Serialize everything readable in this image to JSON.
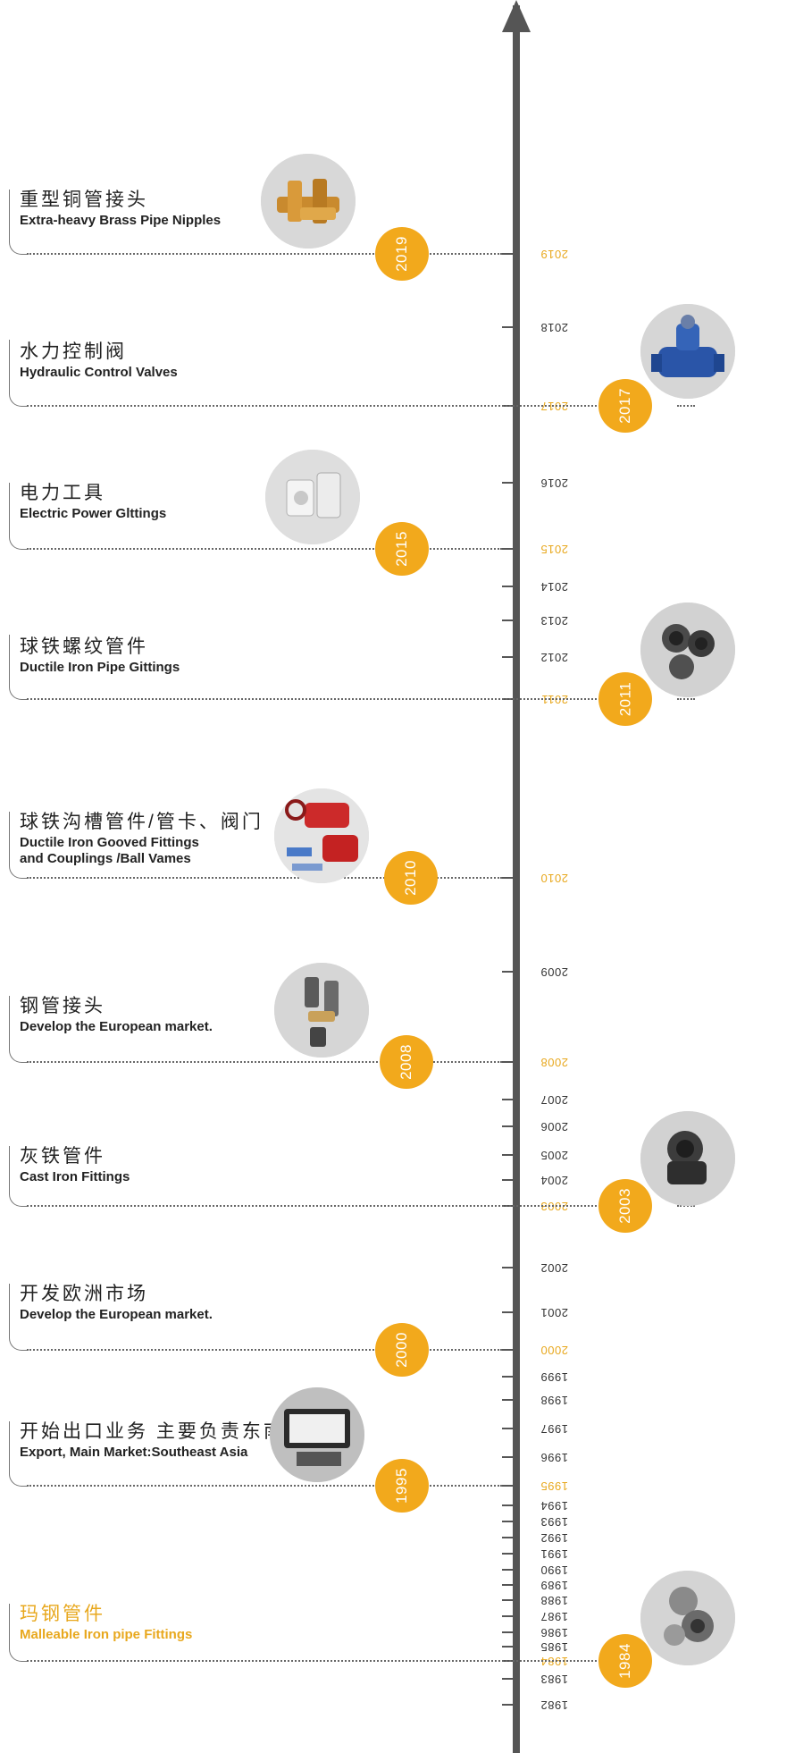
{
  "years": [
    {
      "label": "2019",
      "hl": true
    },
    {
      "label": "2018",
      "hl": false
    },
    {
      "label": "2017",
      "hl": true
    },
    {
      "label": "2016",
      "hl": false
    },
    {
      "label": "2015",
      "hl": true
    },
    {
      "label": "2014",
      "hl": false
    },
    {
      "label": "2013",
      "hl": false
    },
    {
      "label": "2012",
      "hl": false
    },
    {
      "label": "2011",
      "hl": true
    },
    {
      "label": "2010",
      "hl": true
    },
    {
      "label": "2009",
      "hl": false
    },
    {
      "label": "2008",
      "hl": true
    },
    {
      "label": "2007",
      "hl": false
    },
    {
      "label": "2006",
      "hl": false
    },
    {
      "label": "2005",
      "hl": false
    },
    {
      "label": "2004",
      "hl": false
    },
    {
      "label": "2003",
      "hl": true
    },
    {
      "label": "2002",
      "hl": false
    },
    {
      "label": "2001",
      "hl": false
    },
    {
      "label": "2000",
      "hl": true
    },
    {
      "label": "1999",
      "hl": false
    },
    {
      "label": "1998",
      "hl": false
    },
    {
      "label": "1997",
      "hl": false
    },
    {
      "label": "1996",
      "hl": false
    },
    {
      "label": "1995",
      "hl": true
    },
    {
      "label": "1994",
      "hl": false
    },
    {
      "label": "1993",
      "hl": false
    },
    {
      "label": "1992",
      "hl": false
    },
    {
      "label": "1991",
      "hl": false
    },
    {
      "label": "1990",
      "hl": false
    },
    {
      "label": "1989",
      "hl": false
    },
    {
      "label": "1988",
      "hl": false
    },
    {
      "label": "1987",
      "hl": false
    },
    {
      "label": "1986",
      "hl": false
    },
    {
      "label": "1985",
      "hl": false
    },
    {
      "label": "1984",
      "hl": true
    },
    {
      "label": "1983",
      "hl": false
    },
    {
      "label": "1982",
      "hl": false
    }
  ],
  "events": [
    {
      "year": "2019",
      "cn": "重型铜管接头",
      "en": "Extra-heavy Brass Pipe Nipples",
      "image": "brass-nipples"
    },
    {
      "year": "2017",
      "cn": "水力控制阀",
      "en": "Hydraulic Control Valves",
      "image": "hydraulic-valve"
    },
    {
      "year": "2015",
      "cn": "电力工具",
      "en": "Electric Power Glttings",
      "image": "power-fittings"
    },
    {
      "year": "2011",
      "cn": "球铁螺纹管件",
      "en": "Ductile Iron Pipe Gittings",
      "image": "ductile-threaded"
    },
    {
      "year": "2010",
      "cn": "球铁沟槽管件/管卡、阀门",
      "en": "Ductile  Iron Gooved Fittings",
      "en2": "and Couplings /Ball Vames",
      "image": "grooved-valves"
    },
    {
      "year": "2008",
      "cn": "钢管接头",
      "en": "Develop the European market.",
      "image": "steel-nipples"
    },
    {
      "year": "2003",
      "cn": "灰铁管件",
      "en": "Cast Iron Fittings",
      "image": "cast-iron"
    },
    {
      "year": "2000",
      "cn": "开发欧洲市场",
      "en": "Develop the European market."
    },
    {
      "year": "1995",
      "cn": "开始出口业务 主要负责东南亚市场",
      "en": "Export, Main Market:Southeast Asia",
      "image": "export"
    },
    {
      "year": "1984",
      "cn": "玛钢管件",
      "en": "Malleable Iron pipe Fittings",
      "image": "malleable",
      "hl": true
    }
  ]
}
